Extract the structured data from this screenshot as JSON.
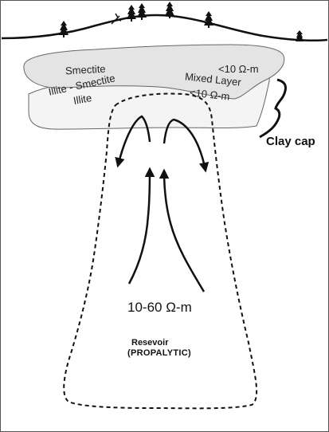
{
  "labels": {
    "smectite": "Smectite",
    "smectite_resistivity": "<10 Ω-m",
    "illite_smectite_line1": "Illite - Smectite",
    "illite_smectite_line2": "Illite",
    "mixed_layer_line1": "Mixed Layer",
    "mixed_layer_line2": "<10 Ω-m",
    "clay_cap": "Clay cap",
    "reservoir_resistivity": "10-60 Ω-m",
    "reservoir_line1": "Resevoir",
    "reservoir_line2": "(PROPALYTIC)"
  },
  "colors": {
    "clay_layer_fill": "#e4e4e4",
    "lower_layer_fill": "#f4f4f4",
    "outline": "#111111"
  }
}
